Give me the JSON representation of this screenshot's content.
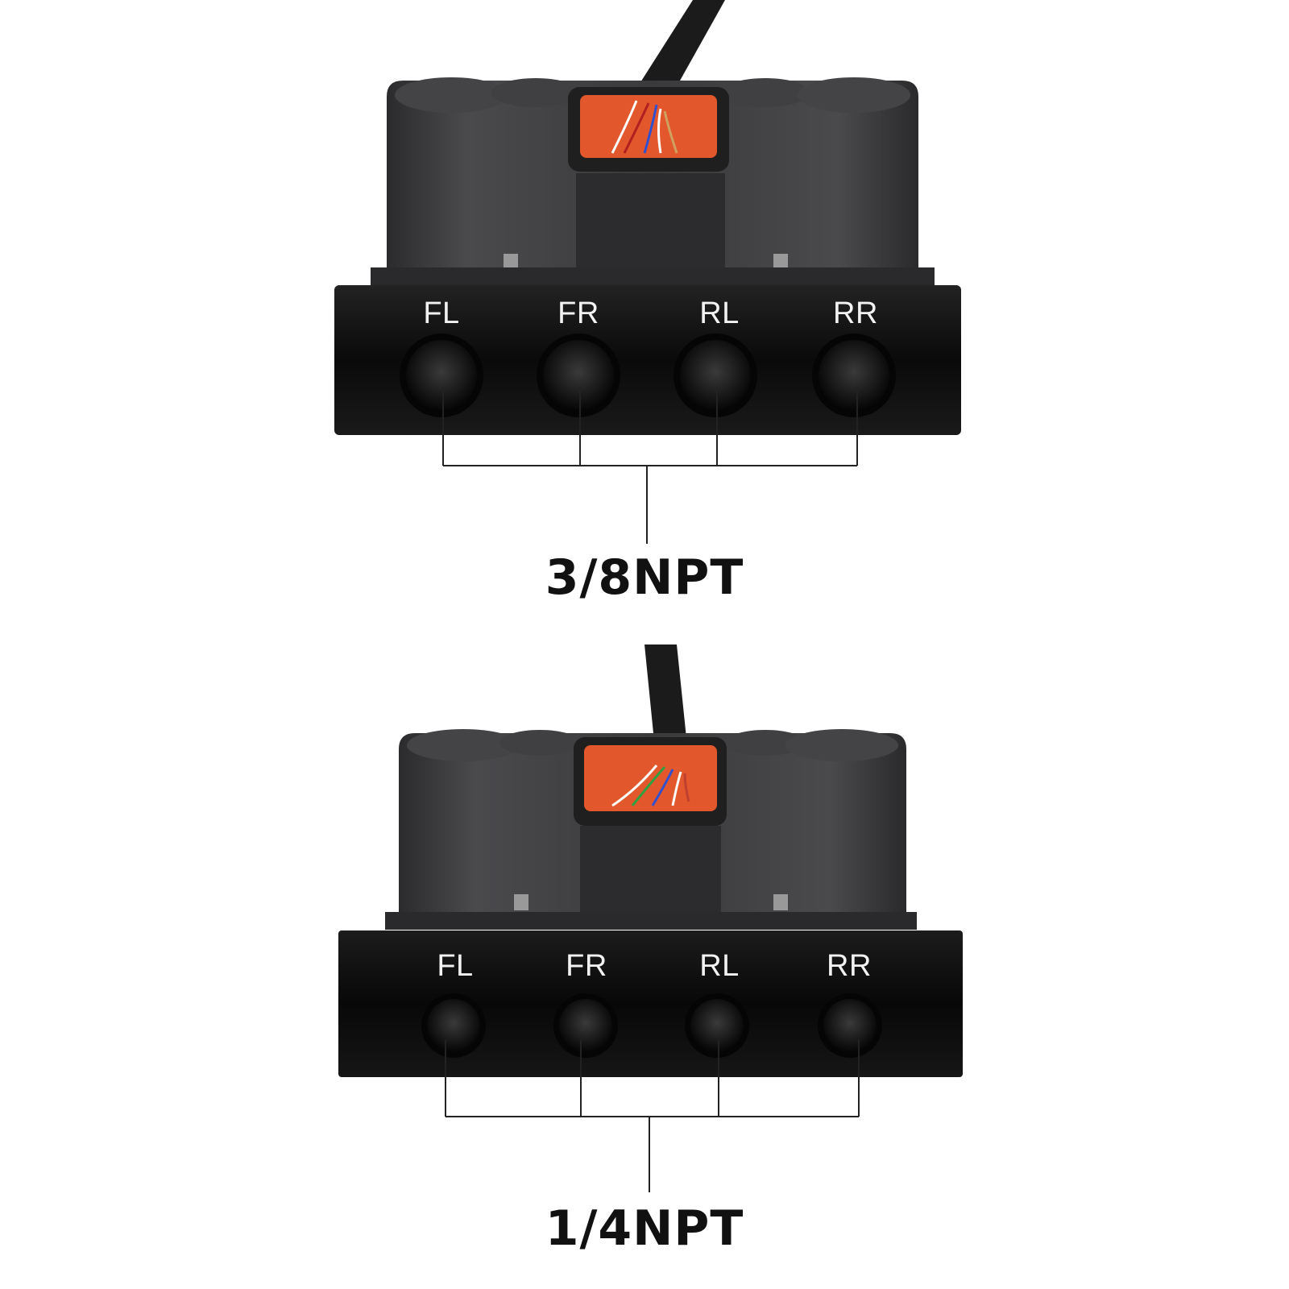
{
  "units": [
    {
      "ports": [
        "FL",
        "FR",
        "RL",
        "RR"
      ],
      "thread_size": "3/8NPT"
    },
    {
      "ports": [
        "FL",
        "FR",
        "RL",
        "RR"
      ],
      "thread_size": "1/4NPT"
    }
  ],
  "colors": {
    "housing": "#3a3a3c",
    "manifold": "#0c0c0c",
    "connector": "#e2572b",
    "callout_line": "#222222"
  }
}
